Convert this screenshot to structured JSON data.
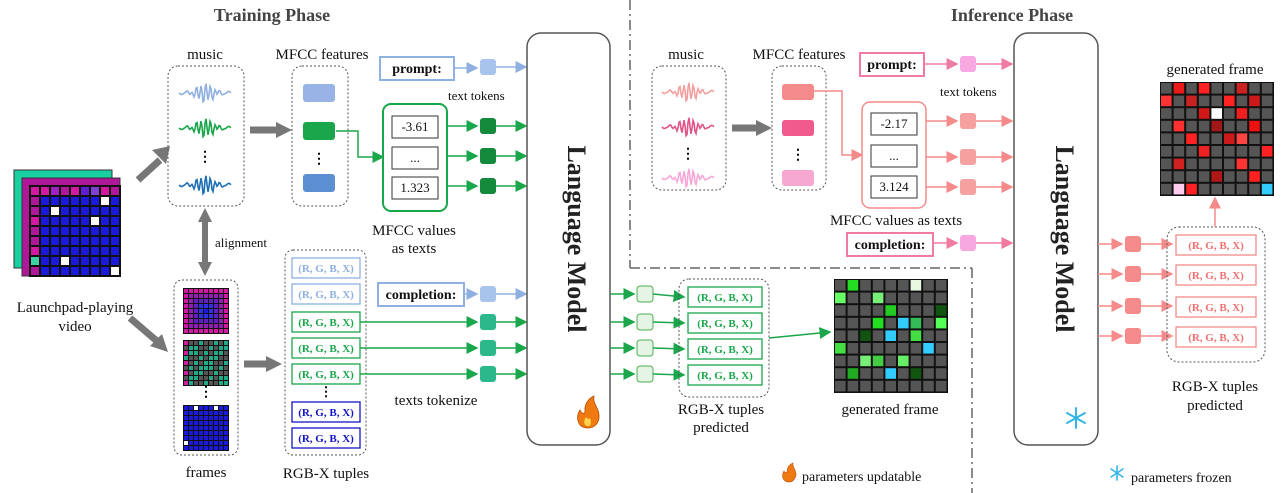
{
  "training": {
    "title": "Training Phase",
    "music_label": "music",
    "mfcc_label": "MFCC features",
    "prompt_box": "prompt:",
    "text_tokens_label": "text tokens",
    "mfcc_values": [
      "-3.61",
      "...",
      "1.323"
    ],
    "mfcc_values_caption_line1": "MFCC values",
    "mfcc_values_caption_line2": "as texts",
    "alignment_label": "alignment",
    "video_label_line1": "Launchpad-playing",
    "video_label_line2": "video",
    "frames_label": "frames",
    "rgbx_label": "RGB-X tuples",
    "rgbx_tuples": [
      "(R, G, B, X)",
      "(R, G, B, X)",
      "(R, G, B, X)",
      "(R, G, B, X)",
      "(R, G, B, X)",
      "(R, G, B, X)",
      "(R, G, B, X)"
    ],
    "completion_box": "completion:",
    "texts_tokenize_label": "texts tokenize",
    "language_model": "Language Model",
    "predicted_tuples": [
      "(R, G, B, X)",
      "(R, G, B, X)",
      "(R, G, B, X)",
      "(R, G, B, X)"
    ],
    "predicted_caption_line1": "RGB-X tuples",
    "predicted_caption_line2": "predicted",
    "generated_frame_label": "generated frame",
    "updatable_legend": "parameters updatable",
    "fire_icon": "fire-icon"
  },
  "inference": {
    "title": "Inference Phase",
    "music_label": "music",
    "mfcc_label": "MFCC features",
    "prompt_box": "prompt:",
    "text_tokens_label": "text tokens",
    "mfcc_values": [
      "-2.17",
      "...",
      "3.124"
    ],
    "mfcc_values_caption": "MFCC values as texts",
    "completion_box": "completion:",
    "language_model": "Language Model",
    "predicted_tuples": [
      "(R, G, B, X)",
      "(R, G, B, X)",
      "(R, G, B, X)",
      "(R, G, B, X)"
    ],
    "predicted_caption_line1": "RGB-X tuples",
    "predicted_caption_line2": "predicted",
    "generated_frame_label": "generated frame",
    "frozen_legend": "parameters frozen",
    "snowflake_icon": "snowflake-icon"
  },
  "colors": {
    "train_green": "#1aa64a",
    "train_blue": "#7b9fd9",
    "infer_pink": "#f07aa0",
    "infer_salmon": "#f58a8a",
    "arrow_gray": "#777777",
    "launchpad_blue": "#1515c8"
  }
}
